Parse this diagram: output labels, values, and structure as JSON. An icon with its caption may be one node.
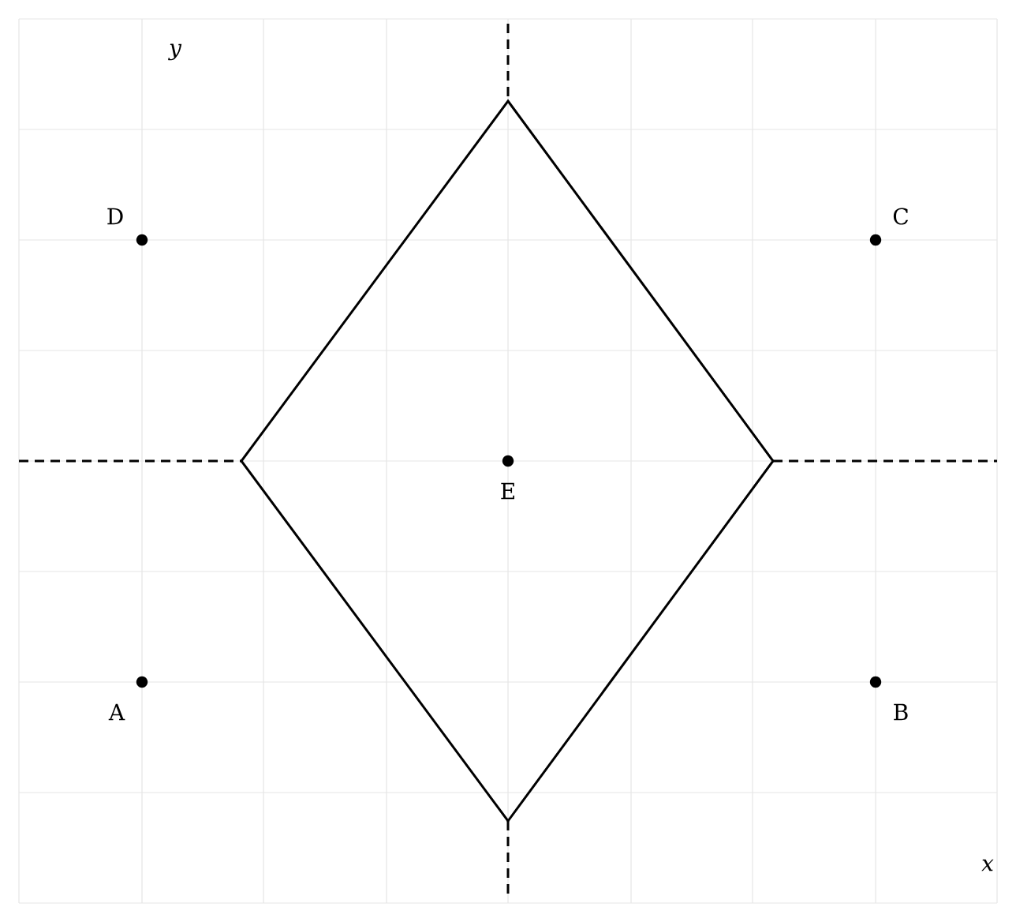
{
  "diagram": {
    "labels": [
      "y",
      "D",
      "C",
      "E",
      "A",
      "B",
      "x"
    ]
  }
}
